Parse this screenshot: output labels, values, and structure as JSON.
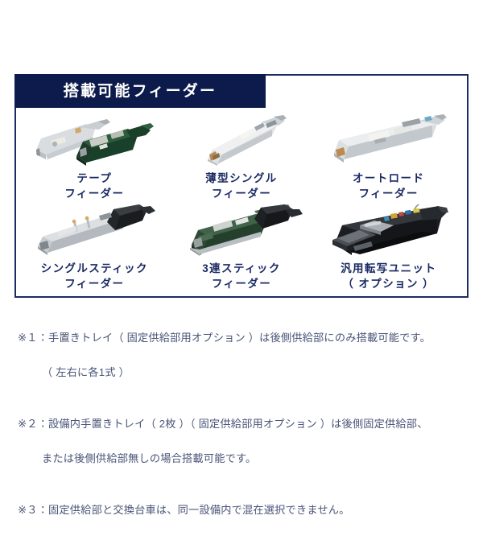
{
  "panel": {
    "header_title": "搭載可能フィーダー",
    "header_bg": "#0d1b4c",
    "border_color": "#1b2a63",
    "text_color": "#1b2a63"
  },
  "feeders": [
    {
      "id": "tape-feeder",
      "label": "テープ\nフィーダー",
      "photo_name": "tape-feeder-photo",
      "photo_alt": "テープフィーダー製品写真"
    },
    {
      "id": "thin-single-feeder",
      "label": "薄型シングル\nフィーダー",
      "photo_name": "thin-single-feeder-photo",
      "photo_alt": "薄型シングルフィーダー製品写真"
    },
    {
      "id": "autoload-feeder",
      "label": "オートロード\nフィーダー",
      "photo_name": "autoload-feeder-photo",
      "photo_alt": "オートロードフィーダー製品写真"
    },
    {
      "id": "single-stick-feeder",
      "label": "シングルスティック\nフィーダー",
      "photo_name": "single-stick-feeder-photo",
      "photo_alt": "シングルスティックフィーダー製品写真"
    },
    {
      "id": "triple-stick-feeder",
      "label": "3連スティック\nフィーダー",
      "photo_name": "triple-stick-feeder-photo",
      "photo_alt": "3連スティックフィーダー製品写真"
    },
    {
      "id": "general-transfer-unit",
      "label": "汎用転写ユニット\n（ オプション ）",
      "photo_name": "general-transfer-unit-photo",
      "photo_alt": "汎用転写ユニット製品写真"
    }
  ],
  "notes": [
    {
      "id": "note-1",
      "main": "※１：手置きトレイ（ 固定供給部用オプション ）は後側供給部にのみ搭載可能です。",
      "sub": "（ 左右に各1式 ）"
    },
    {
      "id": "note-2",
      "main": "※２：設備内手置きトレイ（ 2枚 ）（ 固定供給部用オプション ）は後側固定供給部、",
      "sub": "または後側供給部無しの場合搭載可能です。"
    },
    {
      "id": "note-3",
      "main": "※３：固定供給部と交換台車は、同一設備内で混在選択できません。",
      "sub": ""
    }
  ]
}
